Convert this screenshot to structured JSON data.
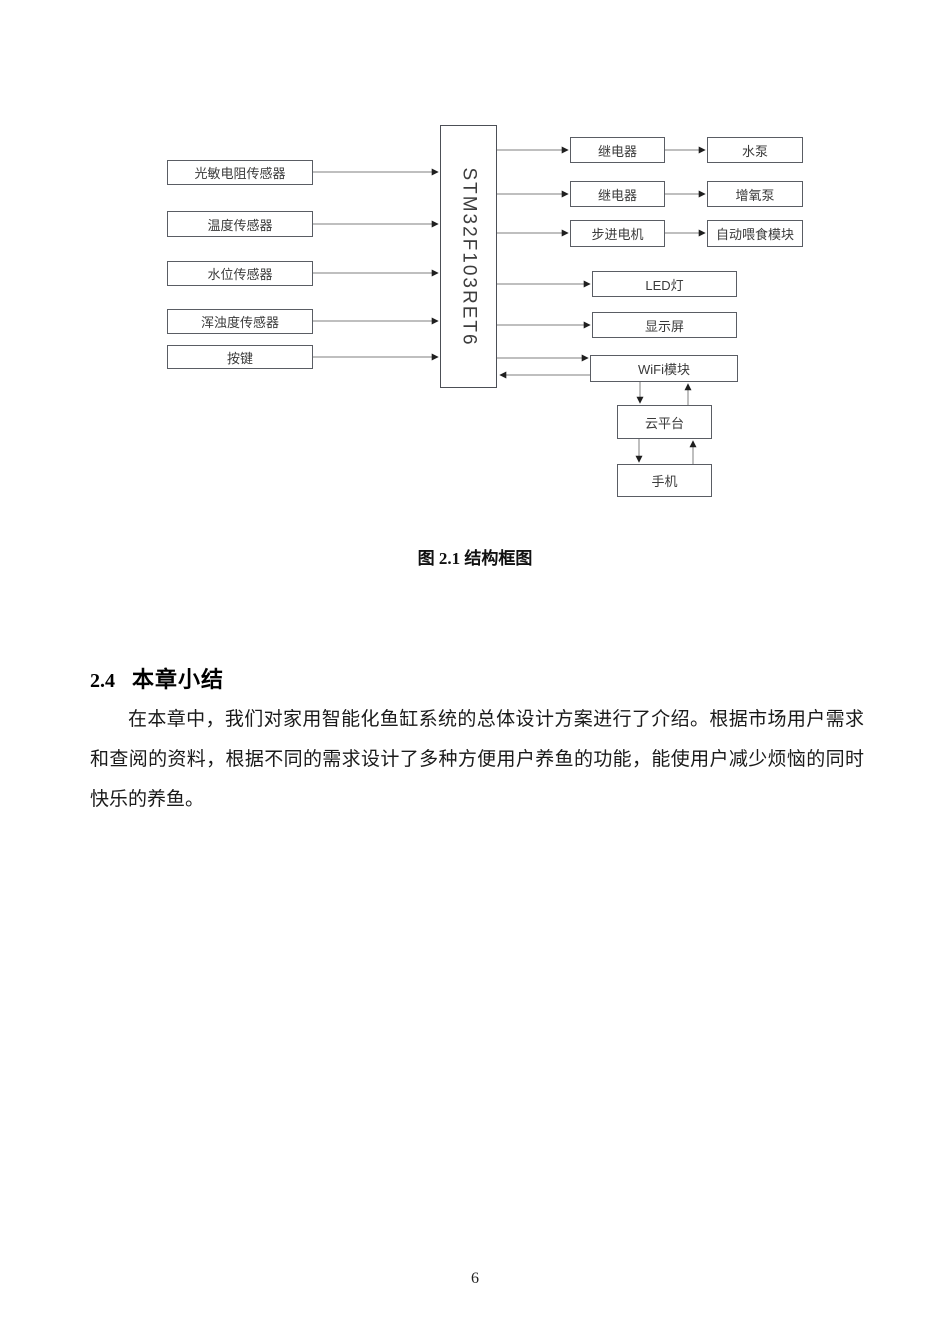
{
  "figure": {
    "caption": "图 2.1 结构框图",
    "mcu_label": "STM32F103RET6",
    "input_boxes": [
      {
        "label": "光敏电阻传感器"
      },
      {
        "label": "温度传感器"
      },
      {
        "label": "水位传感器"
      },
      {
        "label": "浑浊度传感器"
      },
      {
        "label": "按键"
      }
    ],
    "actuator_boxes": [
      {
        "label": "继电器"
      },
      {
        "label": "继电器"
      },
      {
        "label": "步进电机"
      }
    ],
    "device_boxes": [
      {
        "label": "水泵"
      },
      {
        "label": "增氧泵"
      },
      {
        "label": "自动喂食模块"
      }
    ],
    "output_boxes": [
      {
        "label": "LED灯"
      },
      {
        "label": "显示屏"
      },
      {
        "label": "WiFi模块"
      }
    ],
    "network_boxes": [
      {
        "label": "云平台"
      },
      {
        "label": "手机"
      }
    ]
  },
  "section": {
    "number": "2.4",
    "title": "本章小结"
  },
  "paragraph": "在本章中，我们对家用智能化鱼缸系统的总体设计方案进行了介绍。根据市场用户需求和查阅的资料，根据不同的需求设计了多种方便用户养鱼的功能，能使用户减少烦恼的同时快乐的养鱼。",
  "page_number": "6",
  "colors": {
    "box_border": "#5a5d64",
    "connector_line": "#7f7f7f",
    "arrowhead": "#1f1f1f",
    "text": "#1a1a1a"
  }
}
